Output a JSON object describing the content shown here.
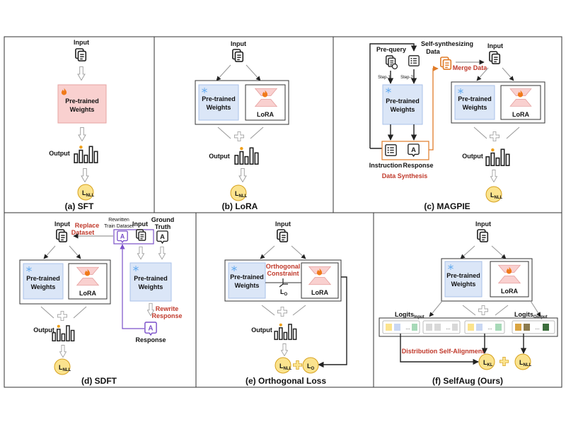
{
  "colors": {
    "frozen_fill": "#dbe6f7",
    "frozen_stroke": "#a9c1e8",
    "trainable_fill": "#f9d0cf",
    "trainable_stroke": "#e6a3a2",
    "nll_fill": "#fbe38e",
    "nll_stroke": "#d6a11e",
    "flame": "#f07a1a",
    "snowflake": "#6aaef0",
    "purple": "#7a4fc9",
    "orange": "#e07b28",
    "red_text": "#c0392b"
  },
  "icons": [
    "document-icon",
    "flame-icon",
    "snowflake-icon",
    "list-icon",
    "response-a-icon",
    "bar-chart-icon",
    "plus-icon",
    "merge-icon",
    "orthogonal-icon"
  ],
  "common": {
    "input": "Input",
    "output": "Output",
    "pretrained": [
      "Pre-trained",
      "Weights"
    ],
    "lora": "LoRA",
    "nll_main": "L",
    "nll_sub": "NLL",
    "o_main": "L",
    "o_sub": "O",
    "kl_main": "L",
    "kl_sub": "KL"
  },
  "panels": {
    "sft": {
      "caption": "(a) SFT"
    },
    "lora": {
      "caption": "(b) LoRA"
    },
    "magpie": {
      "caption": "(c) MAGPIE",
      "prequery": "Pre-query",
      "step1": "Step-1",
      "step2": "Step-2",
      "self_synth": [
        "Self-synthesizing",
        "Data"
      ],
      "merge": "Merge Data",
      "instruction": "Instruction",
      "response": "Response",
      "data_synthesis": "Data Synthesis"
    },
    "sdft": {
      "caption": "(d) SDFT",
      "replace": [
        "Replace",
        "Dataset"
      ],
      "rewritten": [
        "Rewritten",
        "Train Dataset"
      ],
      "ground_truth": [
        "Ground",
        "Truth"
      ],
      "rewrite": [
        "Rewrite",
        "Response"
      ],
      "response": "Response"
    },
    "orth": {
      "caption": "(e) Orthogonal Loss",
      "constraint": [
        "Orthogonal",
        "Constraint"
      ]
    },
    "selfaug": {
      "caption": "(f) SelfAug (Ours)",
      "logits_in_main": "Logits",
      "logits_in_sub": "Input",
      "logits_out_main": "Logits",
      "logits_out_sub": "Output",
      "alignment": "Distribution Self-Alignment"
    }
  }
}
